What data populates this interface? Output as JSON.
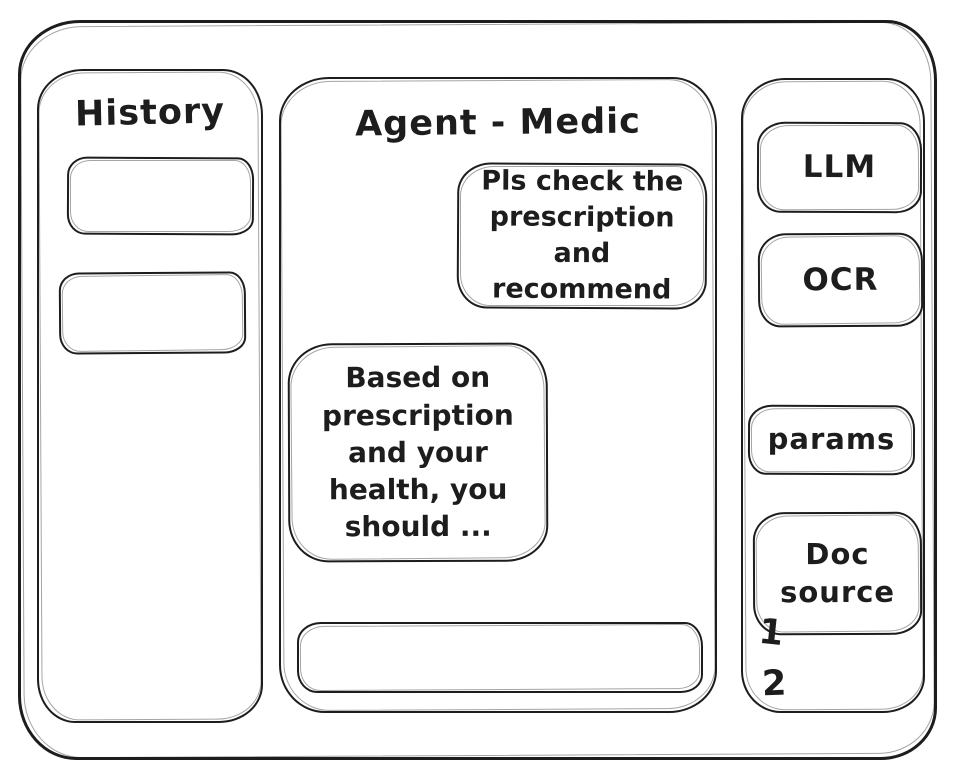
{
  "colors": {
    "ink": "#1d1d1d",
    "background": "#ffffff"
  },
  "left_sidebar": {
    "title": "History",
    "items": [
      {
        "label": ""
      },
      {
        "label": ""
      }
    ]
  },
  "chat_panel": {
    "title": "Agent - Medic",
    "messages": [
      {
        "role": "user",
        "text": "Pls check the prescription and recommend"
      },
      {
        "role": "assistant",
        "text": "Based on prescription and your health, you should ..."
      }
    ],
    "input": {
      "value": "",
      "placeholder": ""
    }
  },
  "right_sidebar": {
    "tools": [
      {
        "label": "LLM"
      },
      {
        "label": "OCR"
      },
      {
        "label": "params"
      },
      {
        "label": "Doc source"
      }
    ],
    "annotations": [
      "1",
      "2"
    ]
  }
}
